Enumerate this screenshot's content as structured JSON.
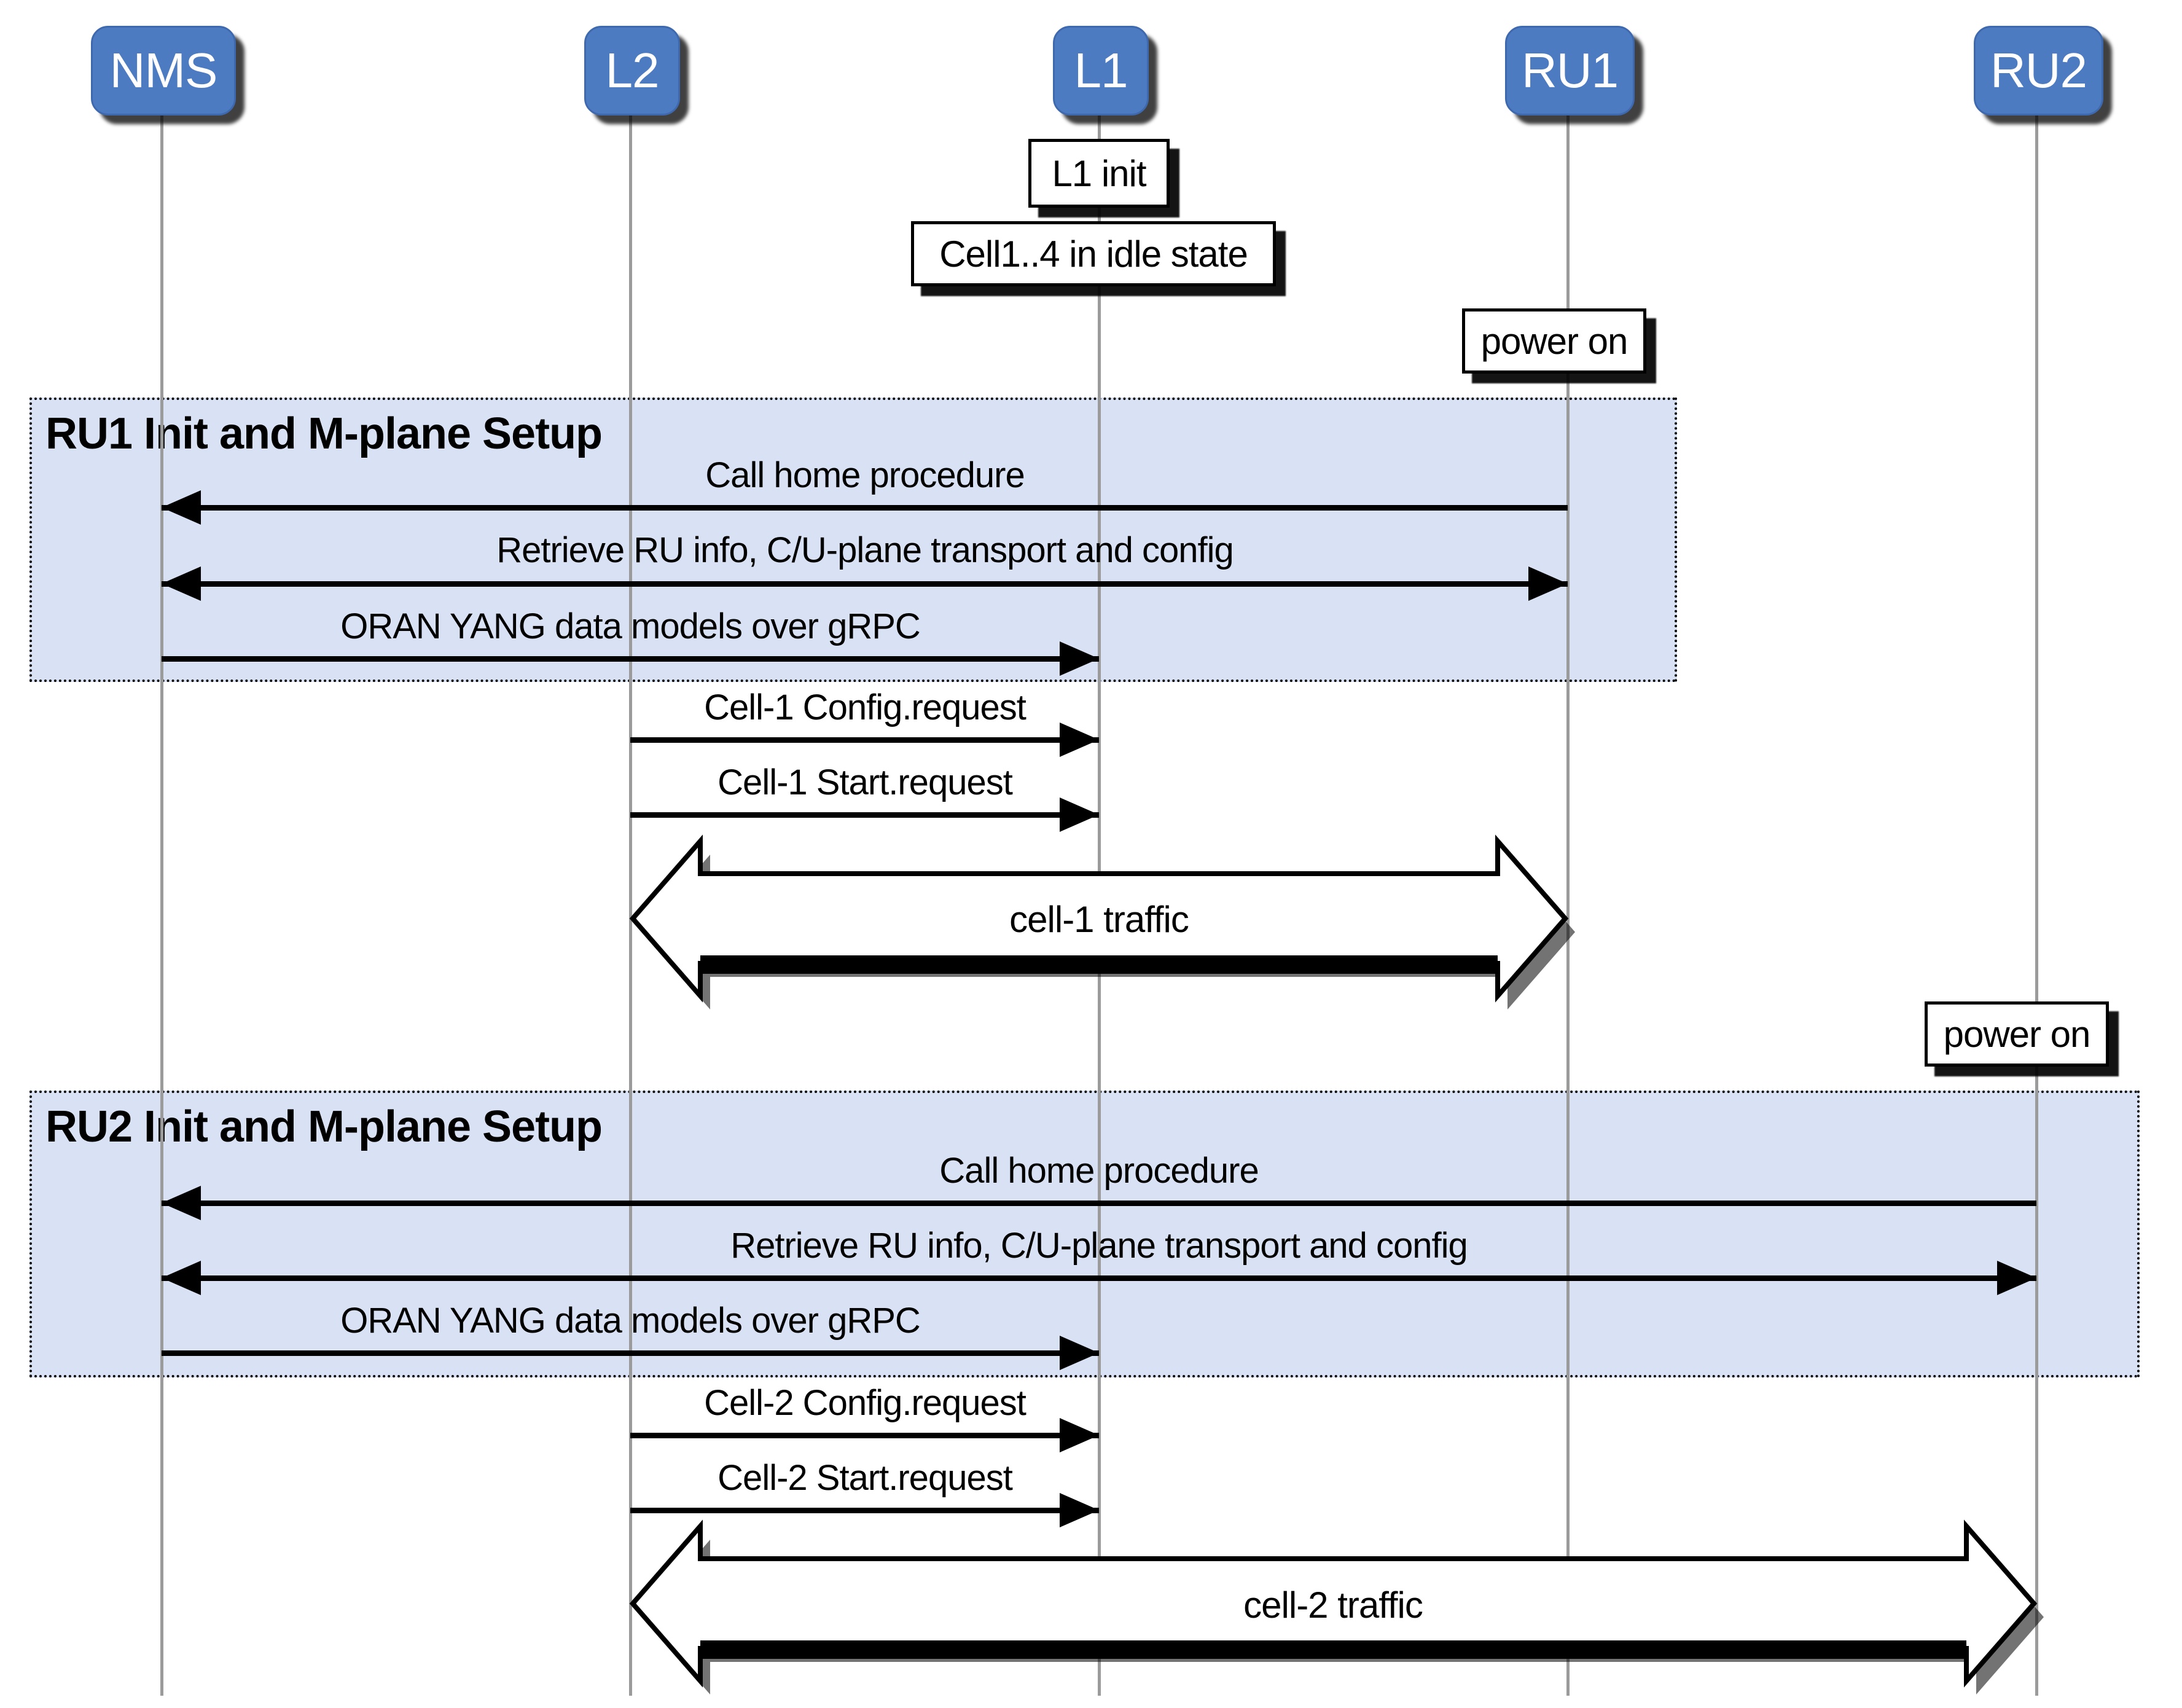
{
  "colors": {
    "participant-fill": "#4d7bc2",
    "participant-text": "#ffffff",
    "frame-fill": "#d9e2f4",
    "lifeline": "#9b9b9b",
    "line": "#000000",
    "note-fill": "#ffffff"
  },
  "diagram": {
    "participants": [
      {
        "label": "NMS"
      },
      {
        "label": "L2"
      },
      {
        "label": "L1"
      },
      {
        "label": "RU1"
      },
      {
        "label": "RU2"
      }
    ],
    "notes": {
      "l1_init": "L1 init",
      "idle_state": "Cell1..4 in idle state",
      "power_on_ru1": "power on",
      "power_on_ru2": "power on"
    },
    "frames": {
      "ru1": {
        "title": "RU1 Init and M-plane Setup"
      },
      "ru2": {
        "title": "RU2 Init and M-plane Setup"
      }
    },
    "messages": {
      "call_home_1": "Call home procedure",
      "retrieve_1": "Retrieve RU info, C/U-plane transport and config",
      "oran_1": "ORAN YANG data models over gRPC",
      "cell1_config": "Cell-1 Config.request",
      "cell1_start": "Cell-1 Start.request",
      "cell1_traffic": "cell-1 traffic",
      "call_home_2": "Call home procedure",
      "retrieve_2": "Retrieve RU info, C/U-plane transport and config",
      "oran_2": "ORAN YANG data models over gRPC",
      "cell2_config": "Cell-2 Config.request",
      "cell2_start": "Cell-2 Start.request",
      "cell2_traffic": "cell-2 traffic"
    }
  }
}
